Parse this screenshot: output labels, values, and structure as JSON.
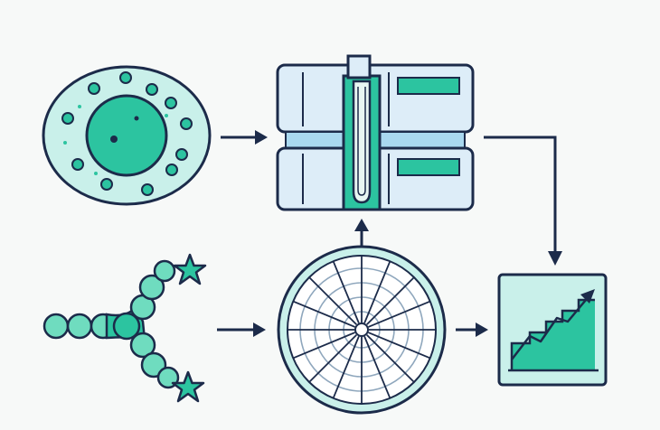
{
  "diagram": {
    "type": "flow-illustration",
    "nodes": [
      {
        "id": "cell",
        "icon": "cell-with-granules-icon"
      },
      {
        "id": "instrument",
        "icon": "layered-instrument-cartridge-icon"
      },
      {
        "id": "molecule",
        "icon": "branched-bead-chain-with-stars-icon"
      },
      {
        "id": "radial-disc",
        "icon": "radial-disc-icon"
      },
      {
        "id": "growth-chart",
        "icon": "rising-staircase-chart-icon"
      }
    ],
    "edges": [
      {
        "from": "cell",
        "to": "instrument"
      },
      {
        "from": "radial-disc",
        "to": "instrument"
      },
      {
        "from": "molecule",
        "to": "radial-disc"
      },
      {
        "from": "radial-disc",
        "to": "growth-chart"
      },
      {
        "from": "instrument",
        "to": "growth-chart"
      }
    ],
    "colors": {
      "outline": "#1c2b4a",
      "teal": "#2cc4a0",
      "light_teal": "#c9f0ea",
      "pale_blue": "#ddedf8",
      "mint_bead": "#6fdcbf",
      "background": "#f7f9f8"
    }
  }
}
